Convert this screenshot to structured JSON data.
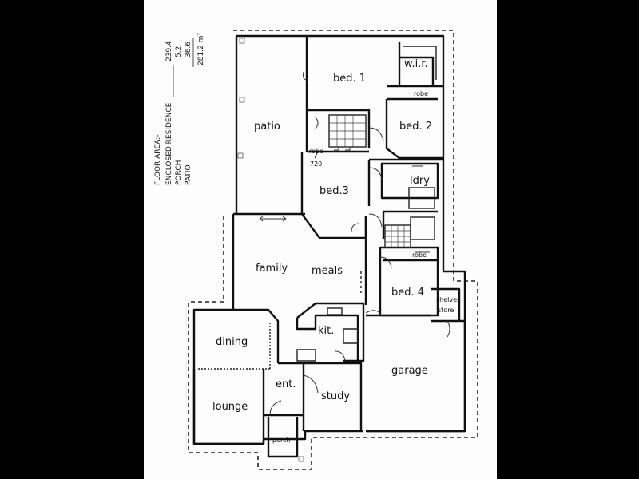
{
  "floor_area": {
    "heading": "FLOOR AREA:-",
    "rows": [
      {
        "label": "ENCLOSED RESIDENCE",
        "value": "239.4"
      },
      {
        "label": "PORCH",
        "value": "5.2"
      },
      {
        "label": "PATIO",
        "value": "36.6"
      }
    ],
    "total": "281.2 m²"
  },
  "rooms": {
    "patio": "patio",
    "bed1": "bed. 1",
    "wir": "w.i.r.",
    "robe_bed2": "robe",
    "bed2": "bed. 2",
    "robe_bed3": "robe",
    "robe_dim": "720",
    "bed3": "bed.3",
    "ldry": "ldry",
    "family": "family",
    "meals": "meals",
    "robe_bed4": "robe",
    "bed4": "bed. 4",
    "shelves": "shelves",
    "store": "store",
    "kit": "kit.",
    "dining": "dining",
    "garage": "garage",
    "ent": "ent.",
    "study": "study",
    "lounge": "lounge",
    "porch": "porch"
  }
}
